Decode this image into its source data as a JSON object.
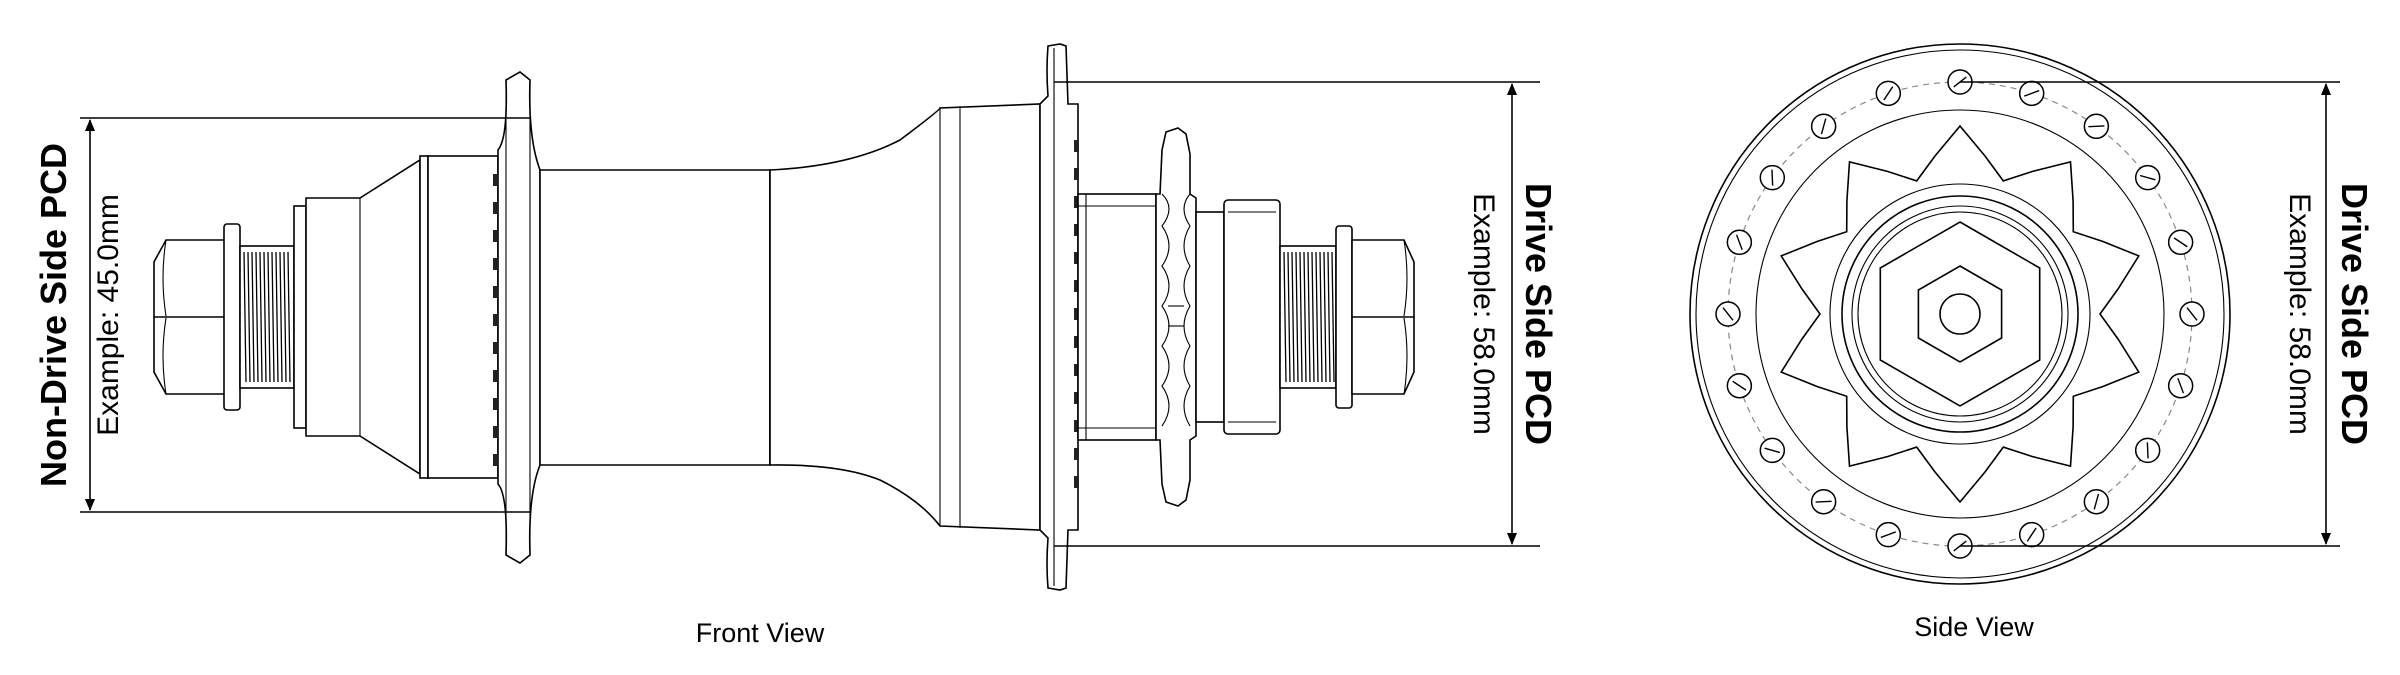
{
  "front_view": {
    "title": "Front View",
    "non_drive_pcd": {
      "title": "Non-Drive Side PCD",
      "example": "Example: 45.0mm"
    },
    "drive_pcd": {
      "title": "Drive Side PCD",
      "example": "Example: 58.0mm"
    }
  },
  "side_view": {
    "title": "Side View",
    "drive_pcd": {
      "title": "Drive Side PCD",
      "example": "Example: 58.0mm"
    }
  }
}
